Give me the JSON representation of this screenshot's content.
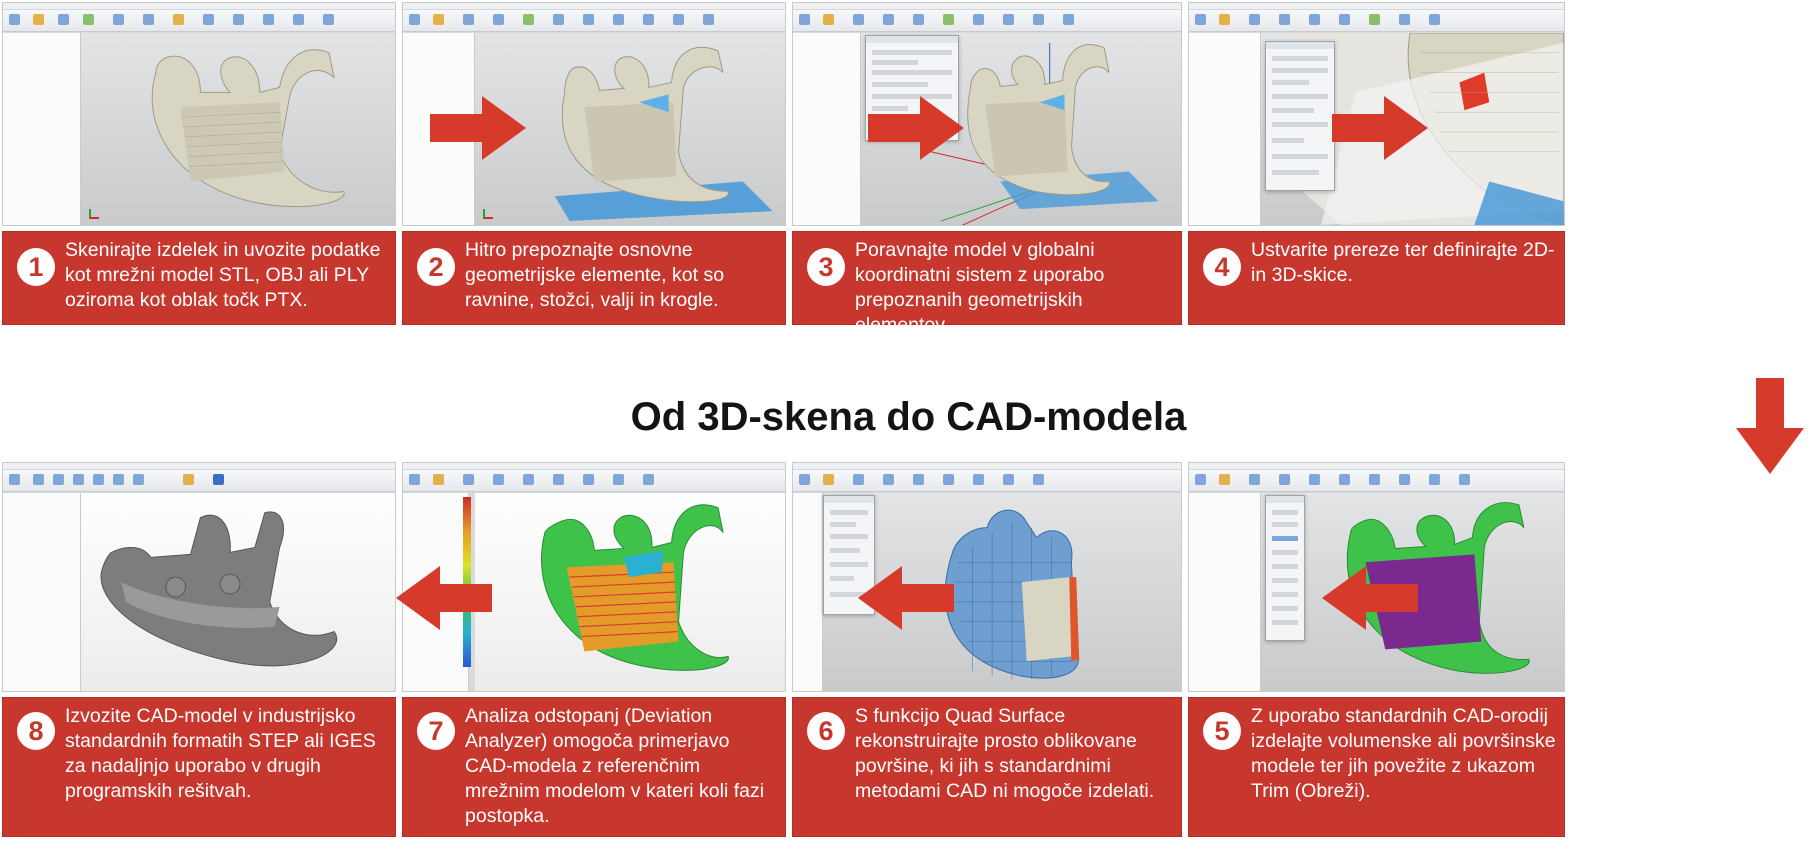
{
  "title": "Od 3D-skena do CAD-modela",
  "steps": [
    {
      "number": "1",
      "text": "Skenirajte izdelek in uvozite podatke kot mrežni model STL, OBJ ali PLY oziroma kot oblak točk PTX."
    },
    {
      "number": "2",
      "text": "Hitro prepoznajte osnovne geometrijske elemente, kot so ravnine, stožci, valji in krogle."
    },
    {
      "number": "3",
      "text": "Poravnajte model v globalni koordinatni sistem z uporabo prepoznanih geometrijskih elementov."
    },
    {
      "number": "4",
      "text": "Ustvarite prereze ter definirajte 2D- in 3D-skice."
    },
    {
      "number": "5",
      "text": "Z uporabo standardnih CAD-orodij izdelajte volumenske ali površinske modele ter jih povežite z ukazom Trim (Obreži)."
    },
    {
      "number": "6",
      "text": "S funkcijo Quad Surface rekonstruirajte prosto oblikovane površine, ki jih s standardnimi metodami CAD ni mogoče izdelati."
    },
    {
      "number": "7",
      "text": "Analiza odstopanj (Deviation Analyzer) omogoča primerjavo CAD-modela z referenčnim mrežnim modelom v kateri koli fazi postopka."
    },
    {
      "number": "8",
      "text": "Izvozite CAD-model v industrijsko standardnih formatih STEP ali IGES za nadaljnjo uporabo v drugih programskih rešitvah."
    }
  ],
  "colors": {
    "accent": "#c8372d",
    "arrow": "#d63a2b",
    "mesh": "#d6d3c2",
    "plane": "#4a9ad8",
    "surface_green": "#3fc24a",
    "surface_purple": "#7a2a8f",
    "quad_blue": "#6f9fd0",
    "cad_grey": "#7d7d7d"
  },
  "icons": [
    "arrow-right",
    "arrow-down",
    "arrow-left",
    "axis-triad"
  ]
}
